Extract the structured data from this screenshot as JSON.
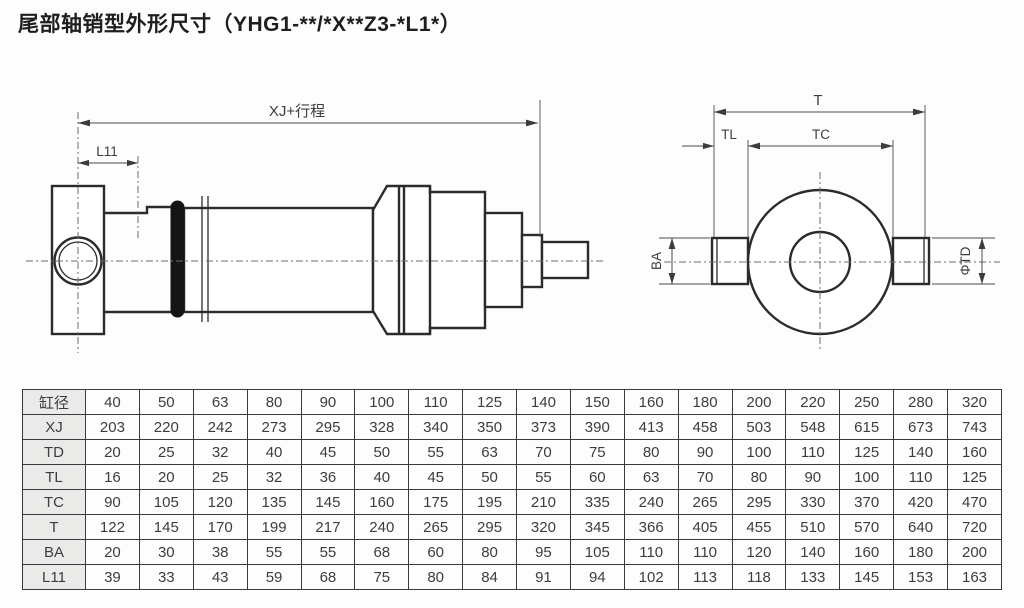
{
  "page": {
    "title": "尾部轴销型外形尺寸（YHG1-**/*X**Z3-*L1*）"
  },
  "drawings": {
    "side_view": {
      "dims": {
        "total": "XJ+行程",
        "l11": "L11"
      }
    },
    "end_view": {
      "dims": {
        "t": "T",
        "tl": "TL",
        "tc": "TC",
        "ba": "BA",
        "td": "ΦTD"
      }
    },
    "colors": {
      "line": "#2b2b2b",
      "dim": "#4c4c4c"
    }
  },
  "table": {
    "rows": [
      {
        "label": "缸径",
        "values": [
          "40",
          "50",
          "63",
          "80",
          "90",
          "100",
          "110",
          "125",
          "140",
          "150",
          "160",
          "180",
          "200",
          "220",
          "250",
          "280",
          "320"
        ]
      },
      {
        "label": "XJ",
        "values": [
          "203",
          "220",
          "242",
          "273",
          "295",
          "328",
          "340",
          "350",
          "373",
          "390",
          "413",
          "458",
          "503",
          "548",
          "615",
          "673",
          "743"
        ]
      },
      {
        "label": "TD",
        "values": [
          "20",
          "25",
          "32",
          "40",
          "45",
          "50",
          "55",
          "63",
          "70",
          "75",
          "80",
          "90",
          "100",
          "110",
          "125",
          "140",
          "160"
        ]
      },
      {
        "label": "TL",
        "values": [
          "16",
          "20",
          "25",
          "32",
          "36",
          "40",
          "45",
          "50",
          "55",
          "60",
          "63",
          "70",
          "80",
          "90",
          "100",
          "110",
          "125"
        ]
      },
      {
        "label": "TC",
        "values": [
          "90",
          "105",
          "120",
          "135",
          "145",
          "160",
          "175",
          "195",
          "210",
          "335",
          "240",
          "265",
          "295",
          "330",
          "370",
          "420",
          "470"
        ]
      },
      {
        "label": "T",
        "values": [
          "122",
          "145",
          "170",
          "199",
          "217",
          "240",
          "265",
          "295",
          "320",
          "345",
          "366",
          "405",
          "455",
          "510",
          "570",
          "640",
          "720"
        ]
      },
      {
        "label": "BA",
        "values": [
          "20",
          "30",
          "38",
          "55",
          "55",
          "68",
          "60",
          "80",
          "95",
          "105",
          "110",
          "110",
          "120",
          "140",
          "160",
          "180",
          "200"
        ]
      },
      {
        "label": "L11",
        "values": [
          "39",
          "33",
          "43",
          "59",
          "68",
          "75",
          "80",
          "84",
          "91",
          "94",
          "102",
          "113",
          "118",
          "133",
          "145",
          "153",
          "163"
        ]
      }
    ],
    "colors": {
      "label_bg": "#eaeae8",
      "border": "#3a3a3a",
      "text": "#3d3d3d"
    }
  }
}
